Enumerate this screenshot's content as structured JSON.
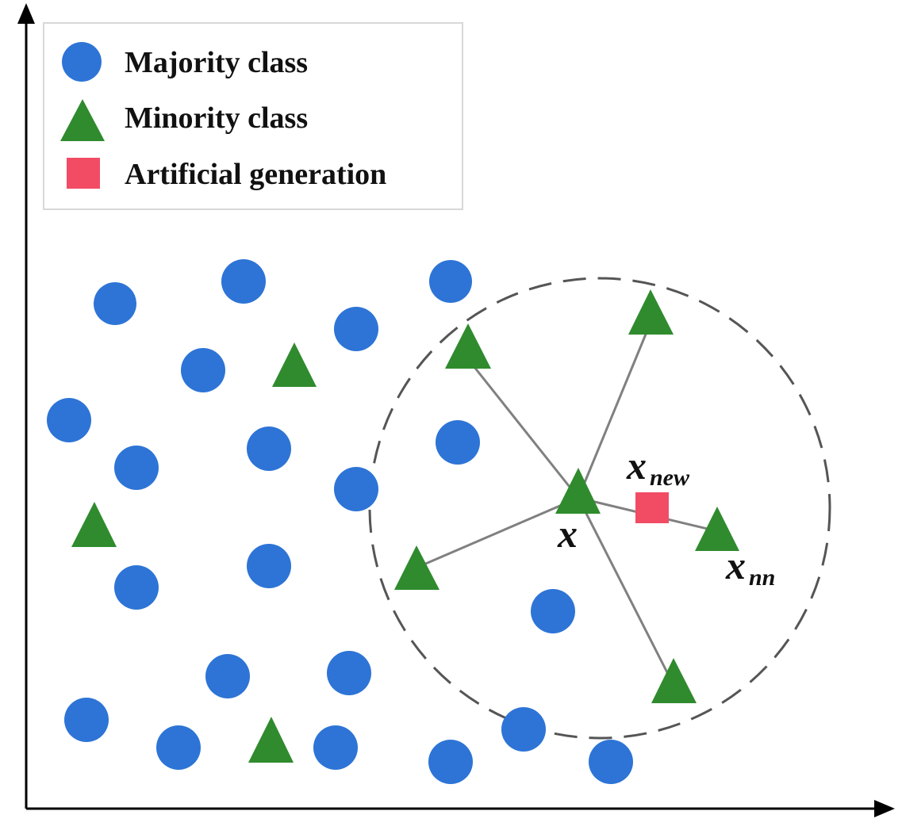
{
  "legend": {
    "items": [
      {
        "shape": "circle",
        "label": "Majority class"
      },
      {
        "shape": "triangle",
        "label": "Minority class"
      },
      {
        "shape": "square",
        "label": "Artificial generation"
      }
    ]
  },
  "labels": {
    "x_main": "x",
    "x_new_main": "x",
    "x_new_sub": "new",
    "x_nn_main": "x",
    "x_nn_sub": "nn"
  },
  "colors": {
    "majority": "#2d74d6",
    "minority": "#2f8b2d",
    "artificial": "#f24c64",
    "axis": "#000000",
    "link": "#808080",
    "neighborhood": "#555555"
  }
}
